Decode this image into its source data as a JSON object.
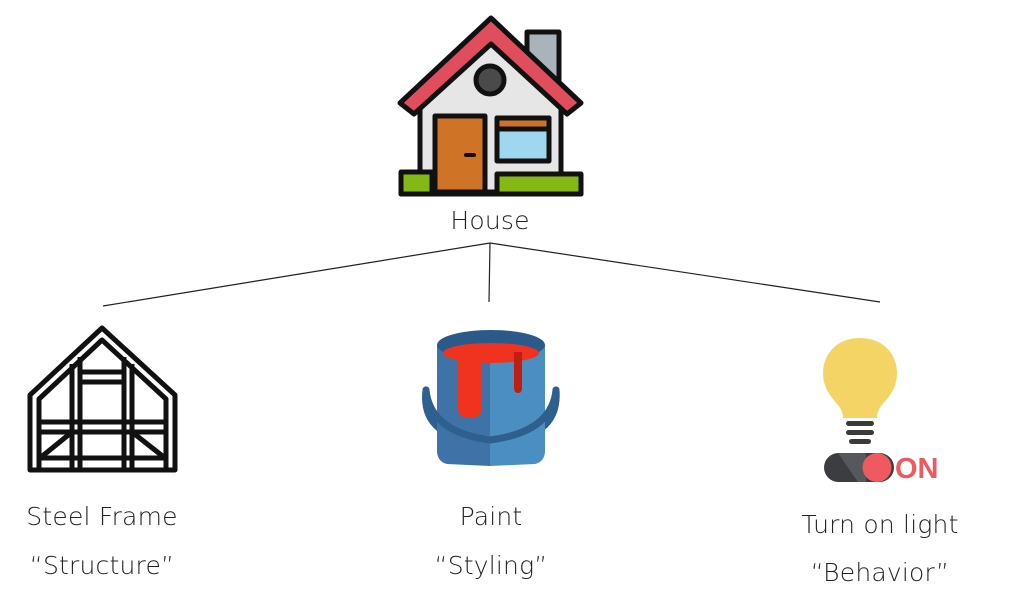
{
  "root": {
    "label": "House",
    "icon": "house-icon"
  },
  "children": [
    {
      "title": "Steel Frame",
      "subtitle": "“Structure”",
      "icon": "steel-frame-icon"
    },
    {
      "title": "Paint",
      "subtitle": "“Styling”",
      "icon": "paint-bucket-icon"
    },
    {
      "title": "Turn on light",
      "subtitle": "“Behavior”",
      "icon": "light-bulb-icon"
    }
  ],
  "switch": {
    "state_label": "ON",
    "icon": "toggle-switch-icon"
  },
  "colors": {
    "roof": "#e04e5e",
    "wall": "#e6e6e6",
    "door": "#cf7326",
    "window": "#9fd6f0",
    "chimney": "#a9b3bc",
    "grass": "#84b915",
    "bucket_left": "#3f73a8",
    "bucket_right": "#4b8fc2",
    "paint": "#f0331e",
    "bulb": "#f5d466",
    "switch_on": "#ee5a5f"
  }
}
